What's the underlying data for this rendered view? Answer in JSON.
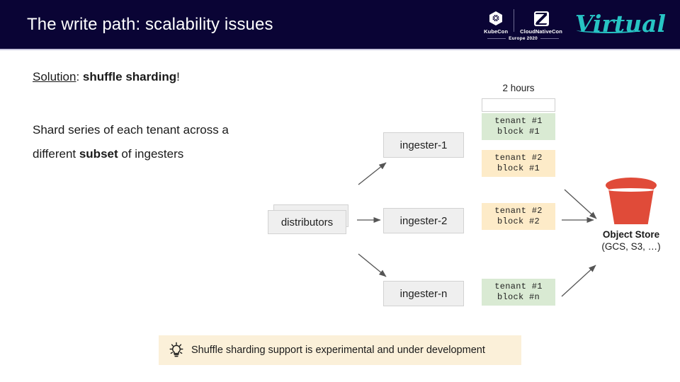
{
  "header": {
    "title": "The write path: scalability issues",
    "background_color": "#0a0435",
    "logos": {
      "kubecon_label": "KubeCon",
      "cloudnativecon_label": "CloudNativeCon",
      "region_year": "Europe 2020",
      "virtual_label": "Virtual",
      "virtual_color": "#27c4c4"
    }
  },
  "content": {
    "solution_label": "Solution",
    "solution_separator": ": ",
    "solution_value": "shuffle sharding",
    "solution_suffix": "!",
    "body_line_1": "Shard series of each tenant across a",
    "body_line_2_pre": "different ",
    "body_line_2_bold": "subset",
    "body_line_2_post": " of ingesters"
  },
  "diagram": {
    "distributors_label": "distributors",
    "ingesters": [
      {
        "label": "ingester-1"
      },
      {
        "label": "ingester-2"
      },
      {
        "label": "ingester-n"
      }
    ],
    "time_window_label": "2 hours",
    "blocks": [
      {
        "tenant": "tenant #1",
        "block": "block #1",
        "color": "#d9ead3",
        "variant": "green"
      },
      {
        "tenant": "tenant #2",
        "block": "block #1",
        "color": "#fdebc8",
        "variant": "orange"
      },
      {
        "tenant": "tenant #2",
        "block": "block #2",
        "color": "#fdebc8",
        "variant": "orange"
      },
      {
        "tenant": "tenant #1",
        "block": "block #n",
        "color": "#d9ead3",
        "variant": "green"
      }
    ],
    "object_store": {
      "title": "Object Store",
      "subtitle": "(GCS, S3, …)",
      "bucket_color": "#e04b39"
    }
  },
  "note": {
    "icon": "lightbulb-icon",
    "text": "Shuffle sharding support is experimental and under development",
    "background_color": "#fbf0d9"
  }
}
